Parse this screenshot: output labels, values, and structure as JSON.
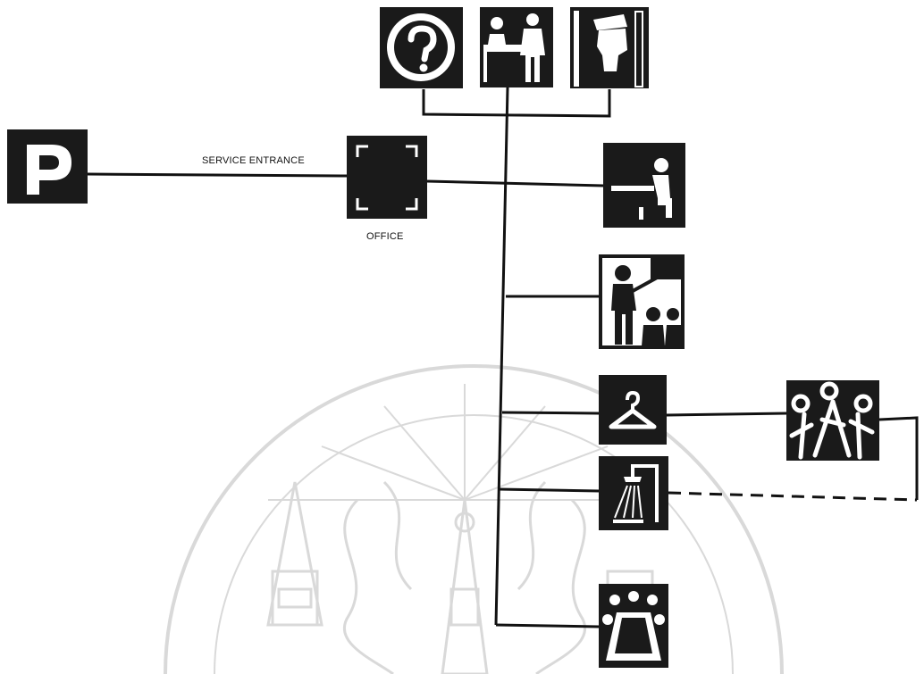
{
  "labels": {
    "service_entrance": "SERVICE ENTRANCE",
    "office": "OFFICE"
  },
  "icons": {
    "parking": "parking-sign-icon",
    "information": "question-mark-icon",
    "reception": "reception-desk-icon",
    "security": "security-guard-icon",
    "office": "office-corner-brackets-icon",
    "waiting": "seated-person-icon",
    "training": "lecture-classroom-icon",
    "cloakroom": "coat-hanger-icon",
    "fitness": "group-exercise-icon",
    "shower": "shower-icon",
    "meeting": "meeting-table-icon"
  },
  "watermark": {
    "type": "university-seal",
    "color": "#d6d6d6"
  },
  "colors": {
    "icon_fill": "#1a1a1a",
    "line": "#111111",
    "background": "#ffffff"
  }
}
